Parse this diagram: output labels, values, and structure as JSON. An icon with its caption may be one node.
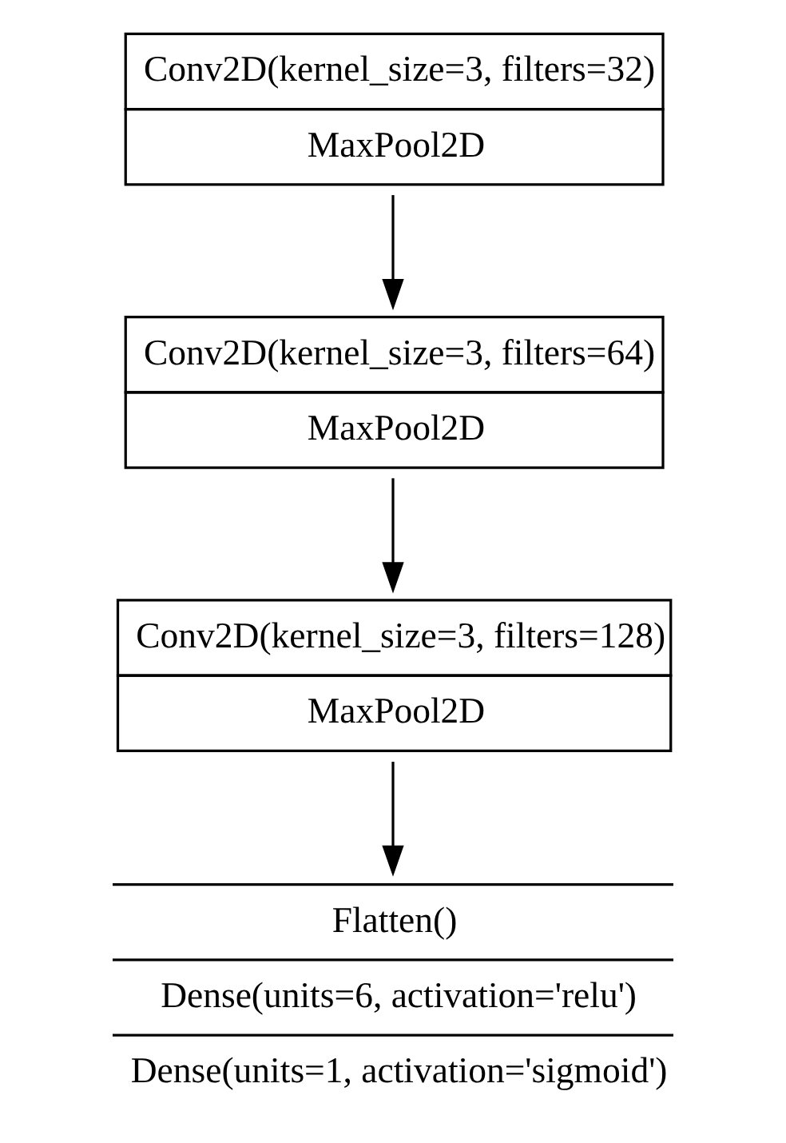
{
  "diagram": {
    "nodes": [
      {
        "text": [
          "Conv2D(kernel_size=3, filters=32)",
          "MaxPool2D"
        ]
      },
      {
        "text": [
          "Conv2D(kernel_size=3, filters=64)",
          "MaxPool2D"
        ]
      },
      {
        "text": [
          "Conv2D(kernel_size=3, filters=128)",
          "MaxPool2D"
        ]
      },
      {
        "text": [
          "Flatten()",
          "Dense(units=6, activation='relu')",
          "Dense(units=1, activation='sigmoid')"
        ]
      }
    ],
    "edges": [
      {
        "from": 0,
        "to": 1,
        "arrow": "to"
      },
      {
        "from": 1,
        "to": 2,
        "arrow": "to"
      },
      {
        "from": 2,
        "to": 3,
        "arrow": "to"
      }
    ]
  }
}
